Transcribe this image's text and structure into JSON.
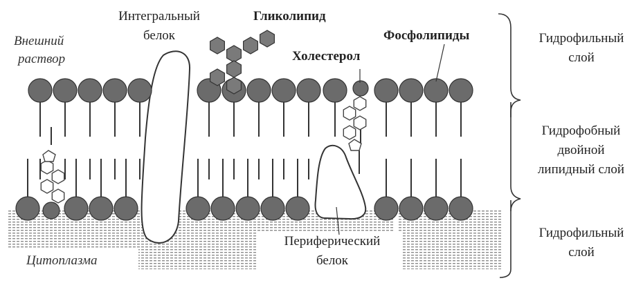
{
  "labels": {
    "outer_solution": [
      "Внешний",
      "раствор"
    ],
    "cytoplasm": "Цитоплазма",
    "integral_protein": [
      "Интегральный",
      "белок"
    ],
    "glycolipid": "Гликолипид",
    "cholesterol": "Холестерол",
    "phospholipids": "Фосфолипиды",
    "peripheral_protein": [
      "Периферический",
      "белок"
    ]
  },
  "zones": {
    "top_hydrophilic": [
      "Гидрофильный",
      "слой"
    ],
    "hydrophobic": [
      "Гидрофобный",
      "двойной",
      "липидный слой"
    ],
    "bottom_hydrophilic": [
      "Гидрофильный",
      "слой"
    ]
  },
  "colors": {
    "head": "#6b6b6b",
    "stroke": "#333333",
    "cytoplasm_dots": "#8a8a8a"
  }
}
